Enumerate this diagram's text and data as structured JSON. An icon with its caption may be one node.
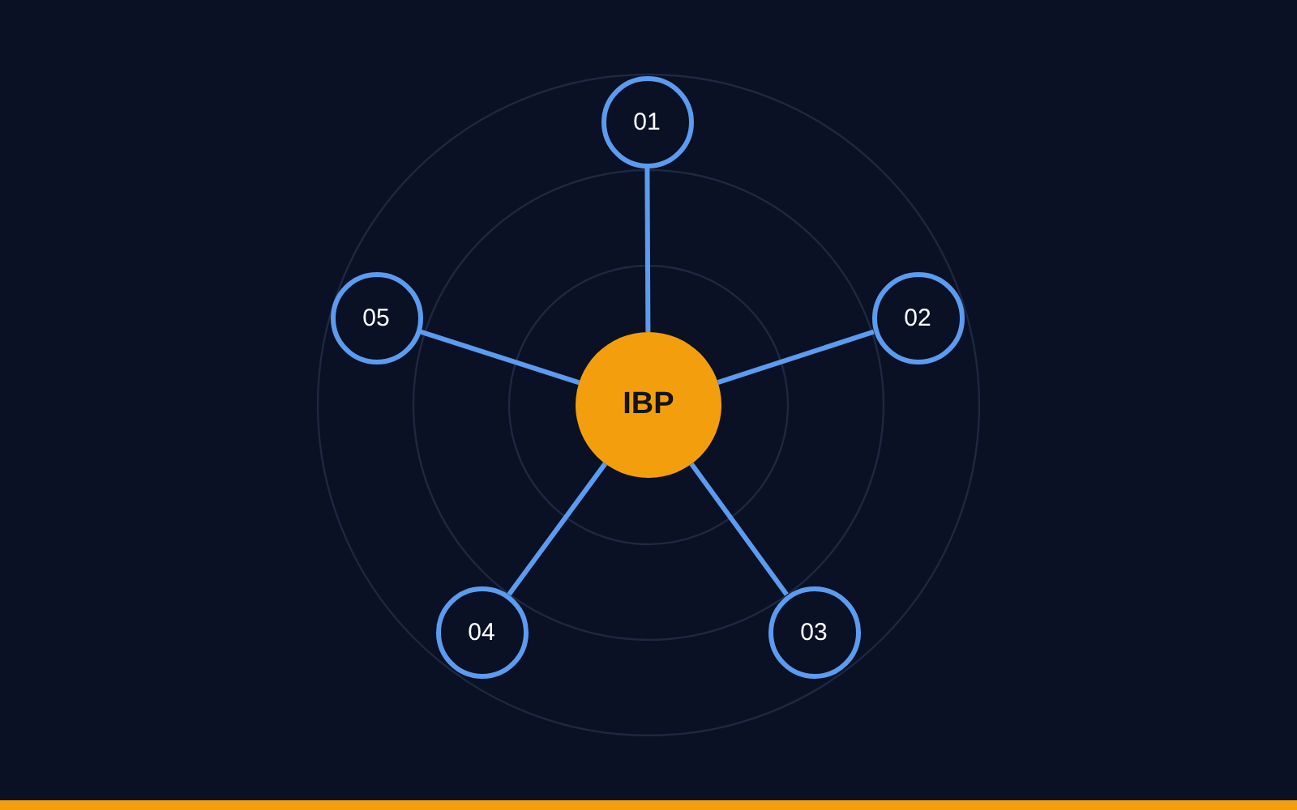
{
  "diagram": {
    "nodes": [
      {
        "text": [
          "IBP"
        ]
      },
      {
        "text": [
          "01"
        ]
      },
      {
        "text": [
          "02"
        ]
      },
      {
        "text": [
          "03"
        ]
      },
      {
        "text": [
          "04"
        ]
      },
      {
        "text": [
          "05"
        ]
      }
    ],
    "edges": [
      {
        "from": 0,
        "to": 1,
        "arrow": "none"
      },
      {
        "from": 0,
        "to": 2,
        "arrow": "none"
      },
      {
        "from": 0,
        "to": 3,
        "arrow": "none"
      },
      {
        "from": 0,
        "to": 4,
        "arrow": "none"
      },
      {
        "from": 0,
        "to": 5,
        "arrow": "none"
      }
    ]
  }
}
